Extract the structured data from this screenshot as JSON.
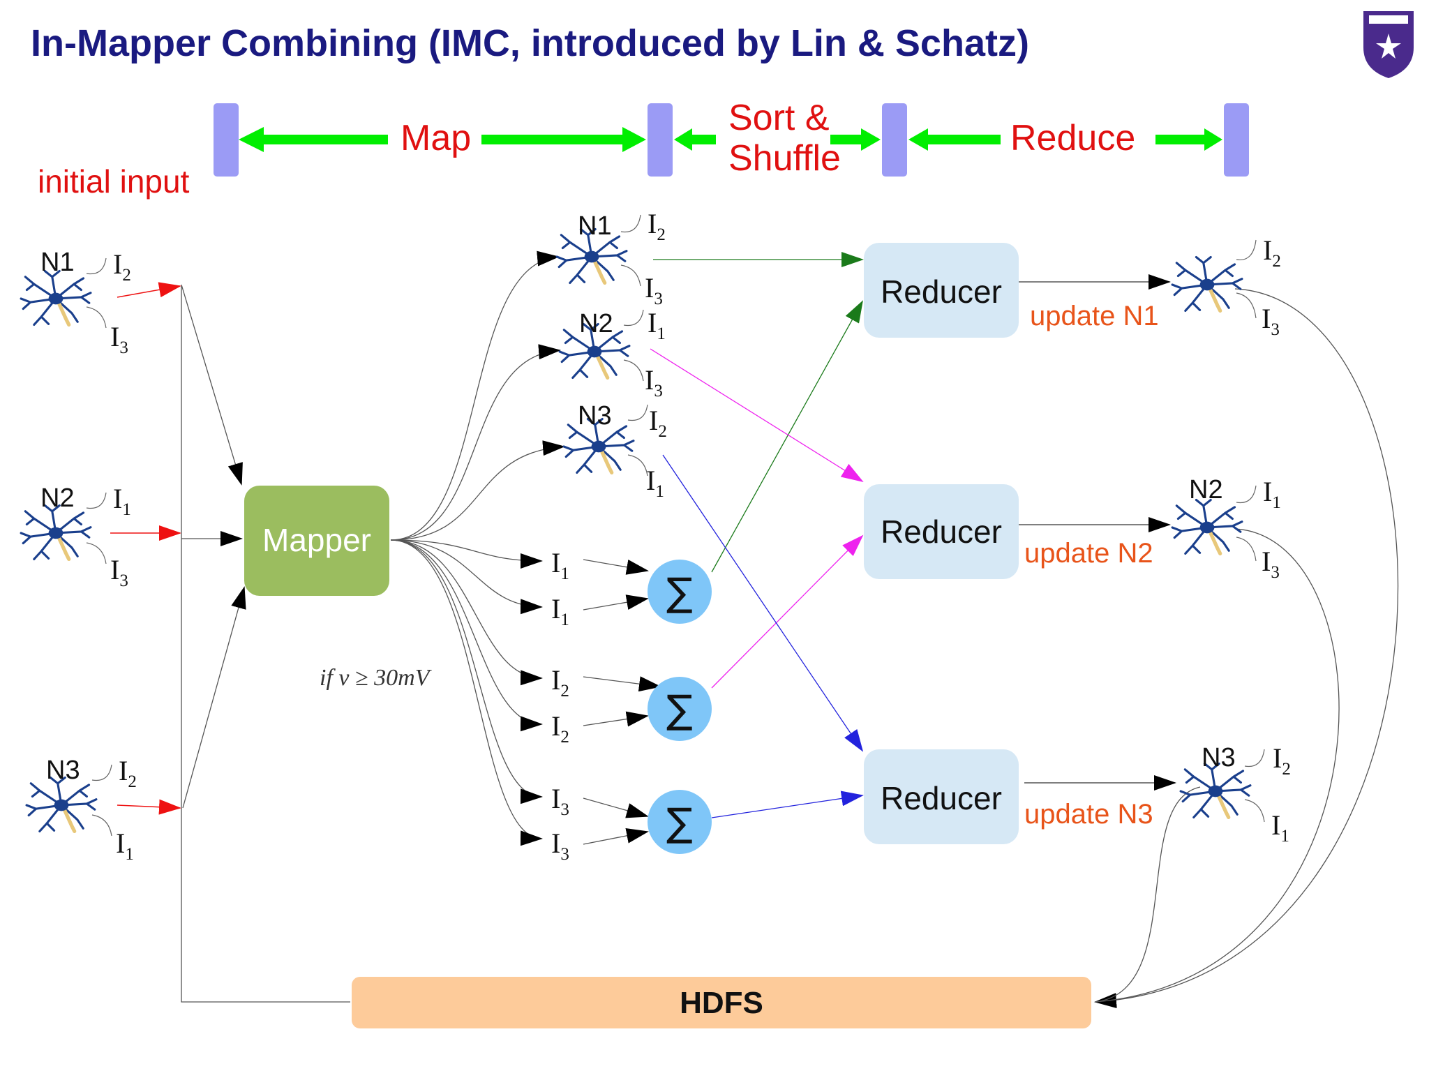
{
  "title": "In-Mapper Combining (IMC, introduced by Lin & Schatz)",
  "logo": {
    "icon": "university-shield-logo",
    "colors": [
      "#4a2a8c",
      "#ffffff"
    ]
  },
  "phases": {
    "map": "Map",
    "sort_line1": "Sort &",
    "sort_line2": "Shuffle",
    "reduce": "Reduce",
    "initial_input": "initial input"
  },
  "input_nodes": [
    {
      "name": "N1",
      "top": {
        "base": "I",
        "sub": "2"
      },
      "bottom": {
        "base": "I",
        "sub": "3"
      }
    },
    {
      "name": "N2",
      "top": {
        "base": "I",
        "sub": "1"
      },
      "bottom": {
        "base": "I",
        "sub": "3"
      }
    },
    {
      "name": "N3",
      "top": {
        "base": "I",
        "sub": "2"
      },
      "bottom": {
        "base": "I",
        "sub": "1"
      }
    }
  ],
  "mid_nodes": [
    {
      "name": "N1",
      "top": {
        "base": "I",
        "sub": "2"
      },
      "bottom": {
        "base": "I",
        "sub": "3"
      }
    },
    {
      "name": "N2",
      "top": {
        "base": "I",
        "sub": "1"
      },
      "bottom": {
        "base": "I",
        "sub": "3"
      }
    },
    {
      "name": "N3",
      "top": {
        "base": "I",
        "sub": "2"
      },
      "bottom": {
        "base": "I",
        "sub": "1"
      }
    }
  ],
  "output_nodes": [
    {
      "name": "",
      "top": {
        "base": "I",
        "sub": "2"
      },
      "bottom": {
        "base": "I",
        "sub": "3"
      }
    },
    {
      "name": "N2",
      "top": {
        "base": "I",
        "sub": "1"
      },
      "bottom": {
        "base": "I",
        "sub": "3"
      }
    },
    {
      "name": "N3",
      "top": {
        "base": "I",
        "sub": "2"
      },
      "bottom": {
        "base": "I",
        "sub": "1"
      }
    }
  ],
  "mapper": {
    "label": "Mapper",
    "color": "#9bbd5f"
  },
  "reducers": [
    {
      "label": "Reducer",
      "update": "update N1"
    },
    {
      "label": "Reducer",
      "update": "update N2"
    },
    {
      "label": "Reducer",
      "update": "update N3"
    }
  ],
  "reducer_color": "#d6e8f5",
  "intermediate": [
    {
      "base": "I",
      "sub": "1"
    },
    {
      "base": "I",
      "sub": "1"
    },
    {
      "base": "I",
      "sub": "2"
    },
    {
      "base": "I",
      "sub": "2"
    },
    {
      "base": "I",
      "sub": "3"
    },
    {
      "base": "I",
      "sub": "3"
    }
  ],
  "sigma": {
    "symbol": "∑",
    "color": "#7fc6f8"
  },
  "condition": "if v ≥ 30mV",
  "hdfs": {
    "label": "HDFS",
    "color": "#fdcb9a"
  },
  "arrow_colors": {
    "phase": "#00ee00",
    "input": "#ee1111",
    "n1": "#1a7a1a",
    "n2": "#ee22ee",
    "n3": "#2222dd"
  },
  "neuron": {
    "icon": "neuron-icon",
    "body": "#1a3f8c",
    "axon": "#e8c87a"
  }
}
